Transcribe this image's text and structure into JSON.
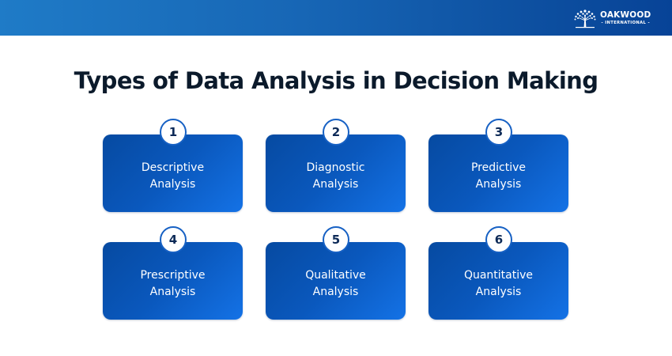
{
  "header": {
    "background_gradient": [
      "#1f7bc7",
      "#074397"
    ],
    "logo": {
      "icon": "tree-icon",
      "name": "OAKWOOD",
      "subtitle": "- INTERNATIONAL -"
    }
  },
  "title": "Types of Data Analysis in Decision Making",
  "colors": {
    "title": "#0b1a2b",
    "card_gradient_start": "#064aa1",
    "card_gradient_end": "#1472e6",
    "badge_border": "#1761c4",
    "badge_text": "#0d2a57",
    "card_text": "#ffffff"
  },
  "cards": [
    {
      "number": "1",
      "label": "Descriptive\nAnalysis"
    },
    {
      "number": "2",
      "label": "Diagnostic\nAnalysis"
    },
    {
      "number": "3",
      "label": "Predictive\nAnalysis"
    },
    {
      "number": "4",
      "label": "Prescriptive\nAnalysis"
    },
    {
      "number": "5",
      "label": "Qualitative\nAnalysis"
    },
    {
      "number": "6",
      "label": "Quantitative\nAnalysis"
    }
  ]
}
